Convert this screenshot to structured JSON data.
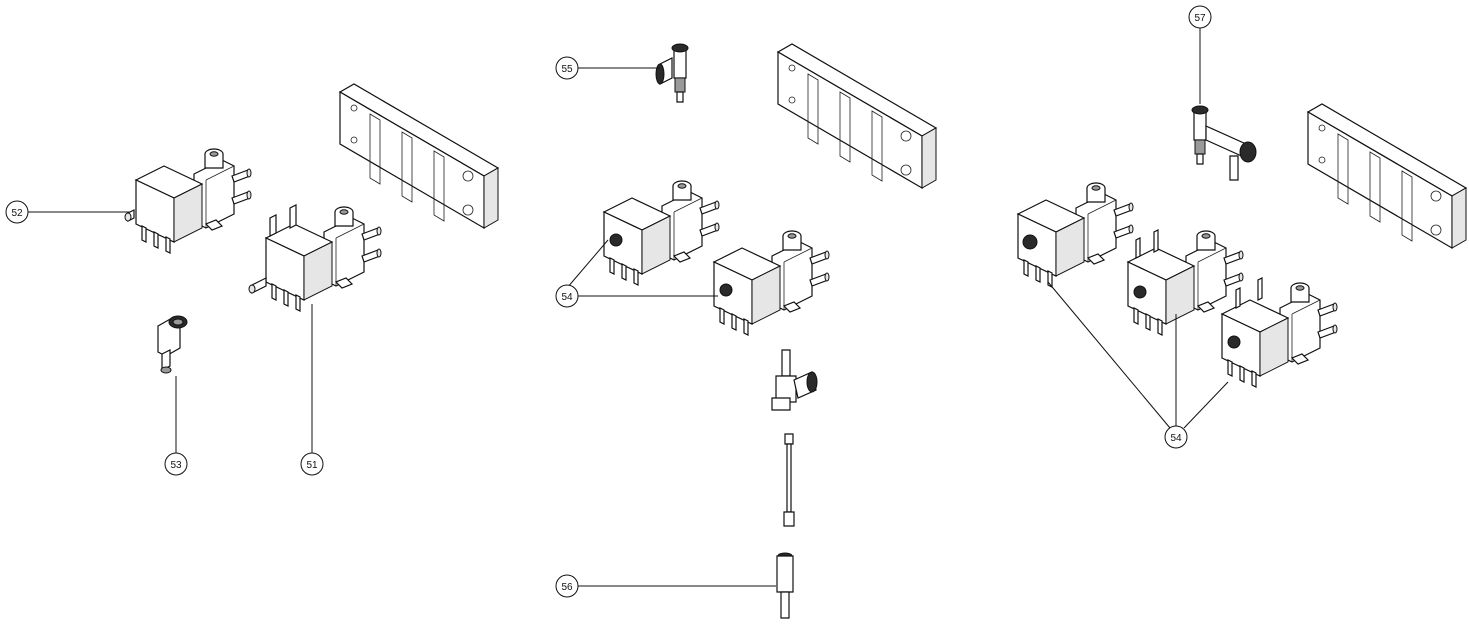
{
  "callouts": [
    {
      "id": "c52",
      "label": "52"
    },
    {
      "id": "c53",
      "label": "53"
    },
    {
      "id": "c51",
      "label": "51"
    },
    {
      "id": "c55",
      "label": "55"
    },
    {
      "id": "c54a",
      "label": "54"
    },
    {
      "id": "c56",
      "label": "56"
    },
    {
      "id": "c57",
      "label": "57"
    },
    {
      "id": "c54b",
      "label": "54"
    }
  ]
}
